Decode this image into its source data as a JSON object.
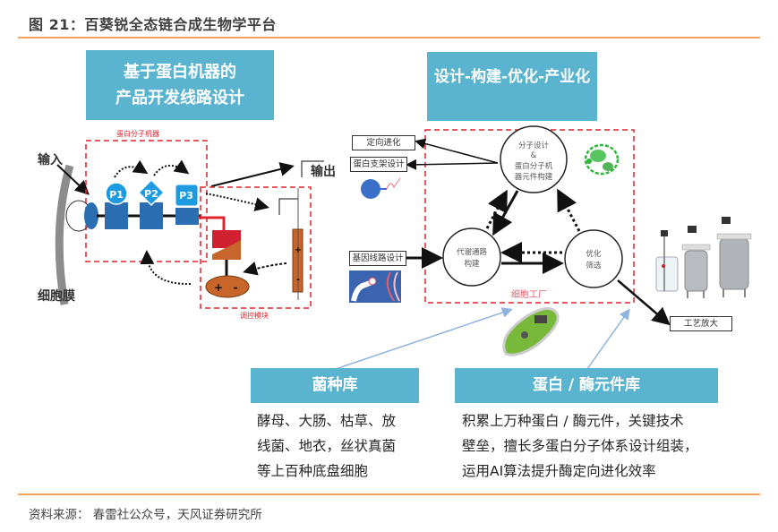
{
  "figure": {
    "title": "图 21：百葵锐全态链合成生物学平台",
    "source": "资料来源：   春雷社公众号，天风证券研究所"
  },
  "left_panel": {
    "banner_line1": "基于蛋白机器的",
    "banner_line2": "产品开发线路设计",
    "input_label": "输入",
    "output_label": "输出",
    "membrane_label": "细胞膜",
    "machine_label": "蛋白分子机器",
    "regulator_label": "调控模块",
    "proteins": [
      "P1",
      "P2",
      "P3"
    ],
    "plus": "+",
    "minus": "-"
  },
  "right_panel": {
    "banner": "设计-构建-优化-产业化",
    "side_labels": {
      "directed_evolution": "定向进化",
      "scaffold_design": "蛋白支架设计",
      "gene_circuit": "基因线路设计",
      "scale_up": "工艺放大"
    },
    "nodes": {
      "design_line1": "分子设计",
      "design_line2": "&",
      "design_line3": "蛋白分子机",
      "design_line4": "器元件构建",
      "pathway_line1": "代谢通路",
      "pathway_line2": "构建",
      "optimize_line1": "优化",
      "optimize_line2": "筛选"
    },
    "cell_factory_label": "细胞工厂"
  },
  "libraries": [
    {
      "title": "菌种库",
      "lines": [
        "酵母、大肠、枯草、放",
        "线菌、地衣，丝状真菌",
        "等上百种底盘细胞"
      ]
    },
    {
      "title": "蛋白 / 酶元件库",
      "lines": [
        "积累上万种蛋白 / 酶元件，关键技术",
        "壁垒，擅长多蛋白分子体系设计组装，",
        "运用AI算法提升酶定向进化效率"
      ]
    }
  ],
  "colors": {
    "banner": "#5bb4cf",
    "dashed_red": "#e0242c",
    "protein_dark": "#2a6db0",
    "protein_light": "#1e9be0",
    "regulator_orange": "#c8652a",
    "accent_rule": "#f4a460"
  }
}
